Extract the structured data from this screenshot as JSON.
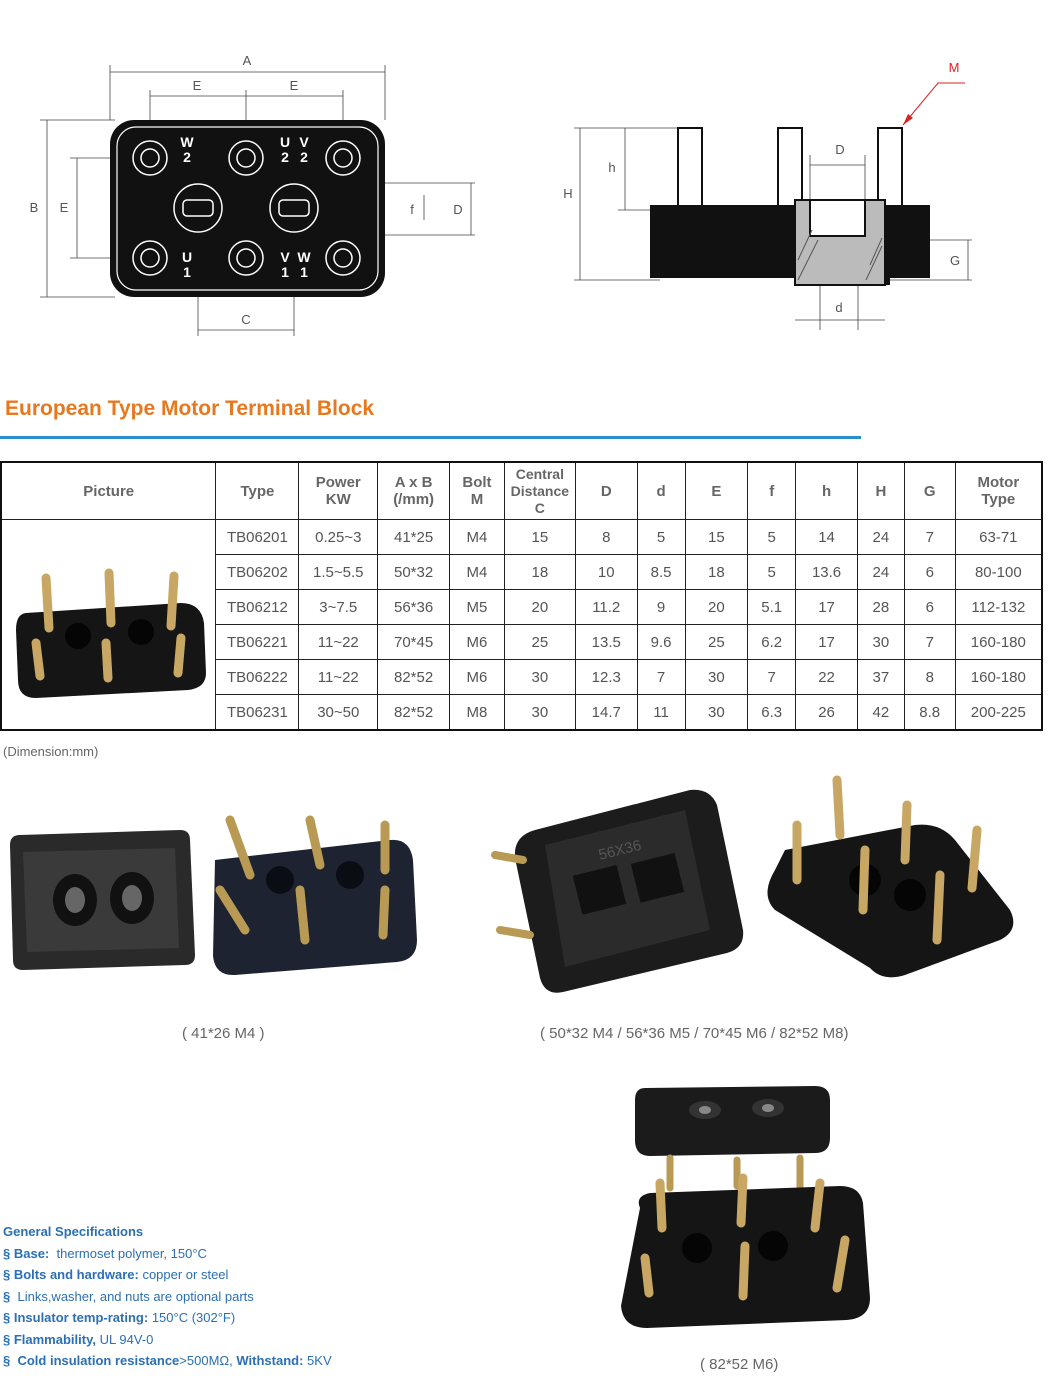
{
  "drawing_top": {
    "dim_labels": [
      "A",
      "E",
      "E",
      "B",
      "E",
      "f",
      "D",
      "C"
    ],
    "terminal_labels": [
      {
        "a": "W",
        "b": "2"
      },
      {
        "a": "U",
        "b": "2"
      },
      {
        "a": "V",
        "b": "2"
      },
      {
        "a": "U",
        "b": "1"
      },
      {
        "a": "V",
        "b": "1"
      },
      {
        "a": "W",
        "b": "1"
      }
    ]
  },
  "drawing_side": {
    "dim_labels": [
      "M",
      "D",
      "h",
      "H",
      "G",
      "d"
    ]
  },
  "title": "European Type Motor Terminal Block",
  "table": {
    "headers": [
      {
        "key": "picture",
        "lines": [
          "Picture"
        ]
      },
      {
        "key": "type",
        "lines": [
          "Type"
        ]
      },
      {
        "key": "power",
        "lines": [
          "Power",
          "KW"
        ]
      },
      {
        "key": "axb",
        "lines": [
          "A x B",
          "(/mm)"
        ]
      },
      {
        "key": "bolt",
        "lines": [
          "Bolt",
          "M"
        ]
      },
      {
        "key": "central",
        "lines": [
          "Central",
          "Distance",
          "C"
        ]
      },
      {
        "key": "D",
        "lines": [
          "D"
        ]
      },
      {
        "key": "d",
        "lines": [
          "d"
        ]
      },
      {
        "key": "E",
        "lines": [
          "E"
        ]
      },
      {
        "key": "f",
        "lines": [
          "f"
        ]
      },
      {
        "key": "h",
        "lines": [
          "h"
        ]
      },
      {
        "key": "H",
        "lines": [
          "H"
        ]
      },
      {
        "key": "G",
        "lines": [
          "G"
        ]
      },
      {
        "key": "motor",
        "lines": [
          "Motor",
          "Type"
        ]
      }
    ],
    "rows": [
      [
        "TB06201",
        "0.25~3",
        "41*25",
        "M4",
        "15",
        "8",
        "5",
        "15",
        "5",
        "14",
        "24",
        "7",
        "63-71"
      ],
      [
        "TB06202",
        "1.5~5.5",
        "50*32",
        "M4",
        "18",
        "10",
        "8.5",
        "18",
        "5",
        "13.6",
        "24",
        "6",
        "80-100"
      ],
      [
        "TB06212",
        "3~7.5",
        "56*36",
        "M5",
        "20",
        "11.2",
        "9",
        "20",
        "5.1",
        "17",
        "28",
        "6",
        "112-132"
      ],
      [
        "TB06221",
        "11~22",
        "70*45",
        "M6",
        "25",
        "13.5",
        "9.6",
        "25",
        "6.2",
        "17",
        "30",
        "7",
        "160-180"
      ],
      [
        "TB06222",
        "11~22",
        "82*52",
        "M6",
        "30",
        "12.3",
        "7",
        "30",
        "7",
        "22",
        "37",
        "8",
        "160-180"
      ],
      [
        "TB06231",
        "30~50",
        "82*52",
        "M8",
        "30",
        "14.7",
        "11",
        "30",
        "6.3",
        "26",
        "42",
        "8.8",
        "200-225"
      ]
    ]
  },
  "dimension_note": "(Dimension:mm)",
  "captions": {
    "photo1": "( 41*26 M4 )",
    "photo2": "(  50*32 M4 / 56*36 M5 / 70*45 M6 / 82*52 M8)",
    "photo3": "( 82*52 M6)"
  },
  "photo_text": {
    "cover_mark": "56X36"
  },
  "specs": {
    "heading": "General Specifications",
    "items": [
      {
        "label": "Base:",
        "text": "thermoset polymer, 150°C"
      },
      {
        "label": "Bolts and hardware:",
        "text": "copper or steel"
      },
      {
        "label": "",
        "text": "Links,washer, and nuts are optional parts"
      },
      {
        "label": "Insulator temp-rating:",
        "text": "150°C (302°F)"
      },
      {
        "label": "Flammability,",
        "text": "UL 94V-0"
      },
      {
        "label": "Cold insulation resistance",
        "text": ">500MΩ,",
        "label2": "Withstand:",
        "text2": "5KV"
      }
    ]
  },
  "colors": {
    "title": "#e8781e",
    "rule": "#2b8fc9",
    "spec_text": "#2b6fb5"
  }
}
